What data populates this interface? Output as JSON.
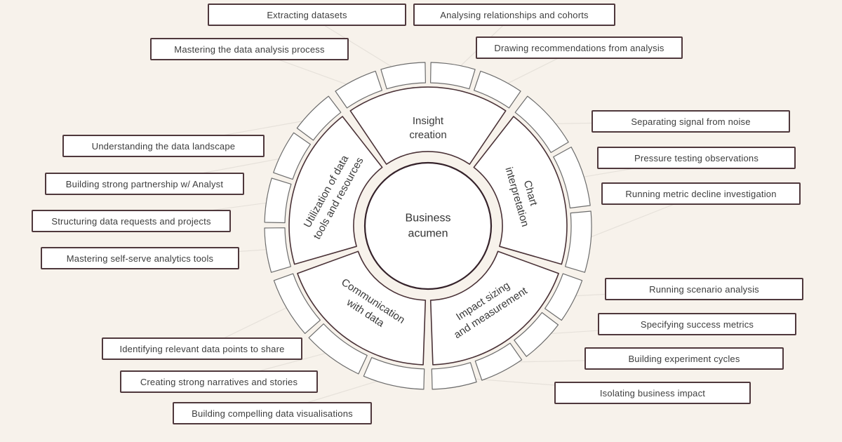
{
  "wheel": {
    "center": {
      "label": "Business\nacumen"
    },
    "segments": [
      {
        "id": "insight-creation",
        "label": "Insight\ncreation",
        "skills": [
          "Mastering the data analysis process",
          "Extracting datasets",
          "Analysing relationships and cohorts",
          "Drawing recommendations from analysis"
        ]
      },
      {
        "id": "chart-interpretation",
        "label": "Chart\ninterpretation",
        "skills": [
          "Separating signal from noise",
          "Pressure testing observations",
          "Running metric decline investigation"
        ]
      },
      {
        "id": "impact-sizing-and-measurement",
        "label": "Impact sizing\nand measurement",
        "skills": [
          "Running scenario analysis",
          "Specifying success metrics",
          "Building experiment cycles",
          "Isolating business impact"
        ]
      },
      {
        "id": "communication-with-data",
        "label": "Communication\nwith data",
        "skills": [
          "Building compelling data visualisations",
          "Creating strong narratives and stories",
          "Identifying relevant data points to share"
        ]
      },
      {
        "id": "utilization-of-data-tools-and-resources",
        "label": "Utilization of data\ntools and resources",
        "skills": [
          "Mastering self-serve analytics tools",
          "Structuring data requests and projects",
          "Building strong partnership w/ Analyst",
          "Understanding the data landscape"
        ]
      }
    ]
  },
  "colors": {
    "background": "#f7f2eb",
    "box_border": "#4f383c",
    "wedge_border": "#4a3237",
    "circle_border": "#35222a",
    "tick_border": "#6c6c6c",
    "text": "#3d3d3d",
    "connector": "#e6e1da"
  }
}
